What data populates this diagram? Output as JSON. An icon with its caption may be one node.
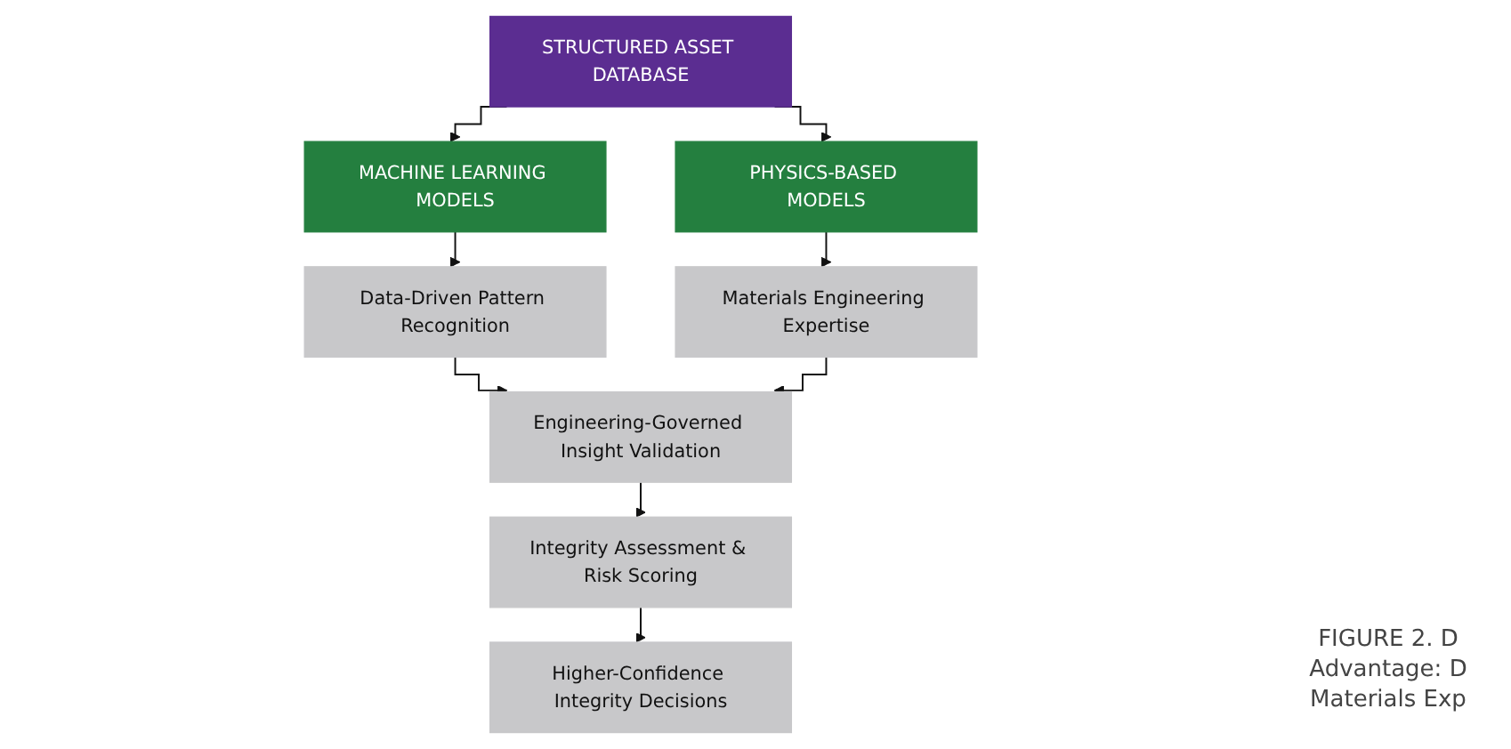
{
  "diagram": {
    "caption": "FIGURE 2. D Advantage: D Materials Exp",
    "nodes": [
      {
        "text": [
          "STRUCTURED ASSET DATABASE"
        ]
      },
      {
        "text": [
          "MACHINE LEARNING MODELS"
        ]
      },
      {
        "text": [
          "PHYSICS-BASED MODELS"
        ]
      },
      {
        "text": [
          "Data-Driven Pattern Recognition"
        ]
      },
      {
        "text": [
          "Materials Engineering Expertise"
        ]
      },
      {
        "text": [
          "Engineering-Governed Insight Validation"
        ]
      },
      {
        "text": [
          "Integrity Assessment & Risk Scoring"
        ]
      },
      {
        "text": [
          "Higher-Confidence Integrity Decisions"
        ]
      }
    ],
    "edges": [
      {
        "from": 0,
        "to": 1,
        "arrow": "to"
      },
      {
        "from": 0,
        "to": 2,
        "arrow": "to"
      },
      {
        "from": 1,
        "to": 3,
        "arrow": "to"
      },
      {
        "from": 2,
        "to": 4,
        "arrow": "to"
      },
      {
        "from": 3,
        "to": 5,
        "arrow": "to"
      },
      {
        "from": 4,
        "to": 5,
        "arrow": "to"
      },
      {
        "from": 5,
        "to": 6,
        "arrow": "to"
      },
      {
        "from": 6,
        "to": 7,
        "arrow": "to"
      }
    ]
  }
}
